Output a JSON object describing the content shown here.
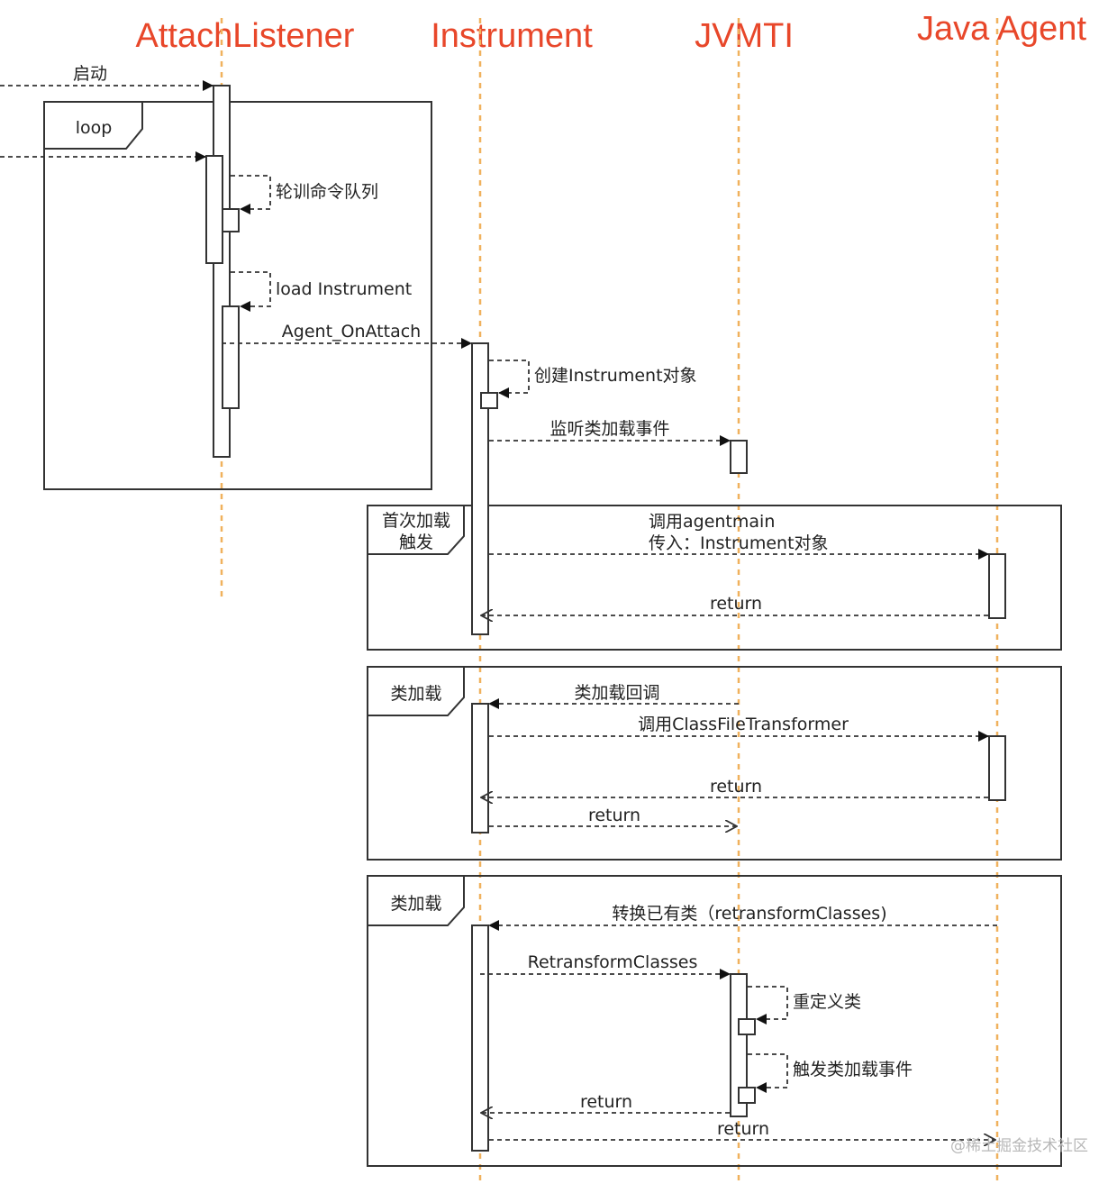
{
  "participants": [
    "AttachListener",
    "Instrument",
    "JVMTI",
    "Java Agent"
  ],
  "frames": {
    "loop": "loop",
    "first_load": [
      "首次加载",
      "触发"
    ],
    "class_load_1": "类加载",
    "class_load_2": "类加载"
  },
  "messages": {
    "start": "启动",
    "poll_queue": "轮训命令队列",
    "load_instrument": "load Instrument",
    "agent_onattach": "Agent_OnAttach",
    "create_instrument": "创建Instrument对象",
    "listen_class_load": "监听类加载事件",
    "call_agentmain": [
      "调用agentmain",
      "传入：Instrument对象"
    ],
    "return_1": "return",
    "class_load_callback": "类加载回调",
    "call_transformer": "调用ClassFileTransformer",
    "return_2": "return",
    "return_3": "return",
    "retransform_existing": "转换已有类（retransformClasses)",
    "retransform_classes": "RetransformClasses",
    "redefine_class": "重定义类",
    "trigger_class_load": "触发类加载事件",
    "return_4": "return",
    "return_5": "return"
  },
  "watermark": "@稀土掘金技术社区",
  "colors": {
    "participant": "#e8472a",
    "lifeline": "#f0b15d",
    "line": "#333333"
  }
}
